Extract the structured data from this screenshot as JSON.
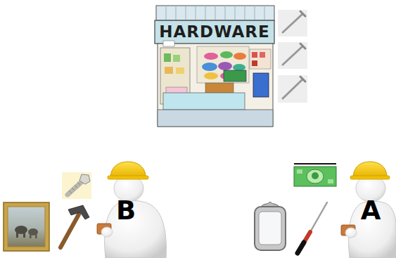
{
  "diagram": {
    "nodes": [
      {
        "text": [
          "HARDWARE"
        ]
      },
      {
        "text": [
          "B"
        ]
      },
      {
        "text": [
          "A"
        ]
      }
    ]
  }
}
